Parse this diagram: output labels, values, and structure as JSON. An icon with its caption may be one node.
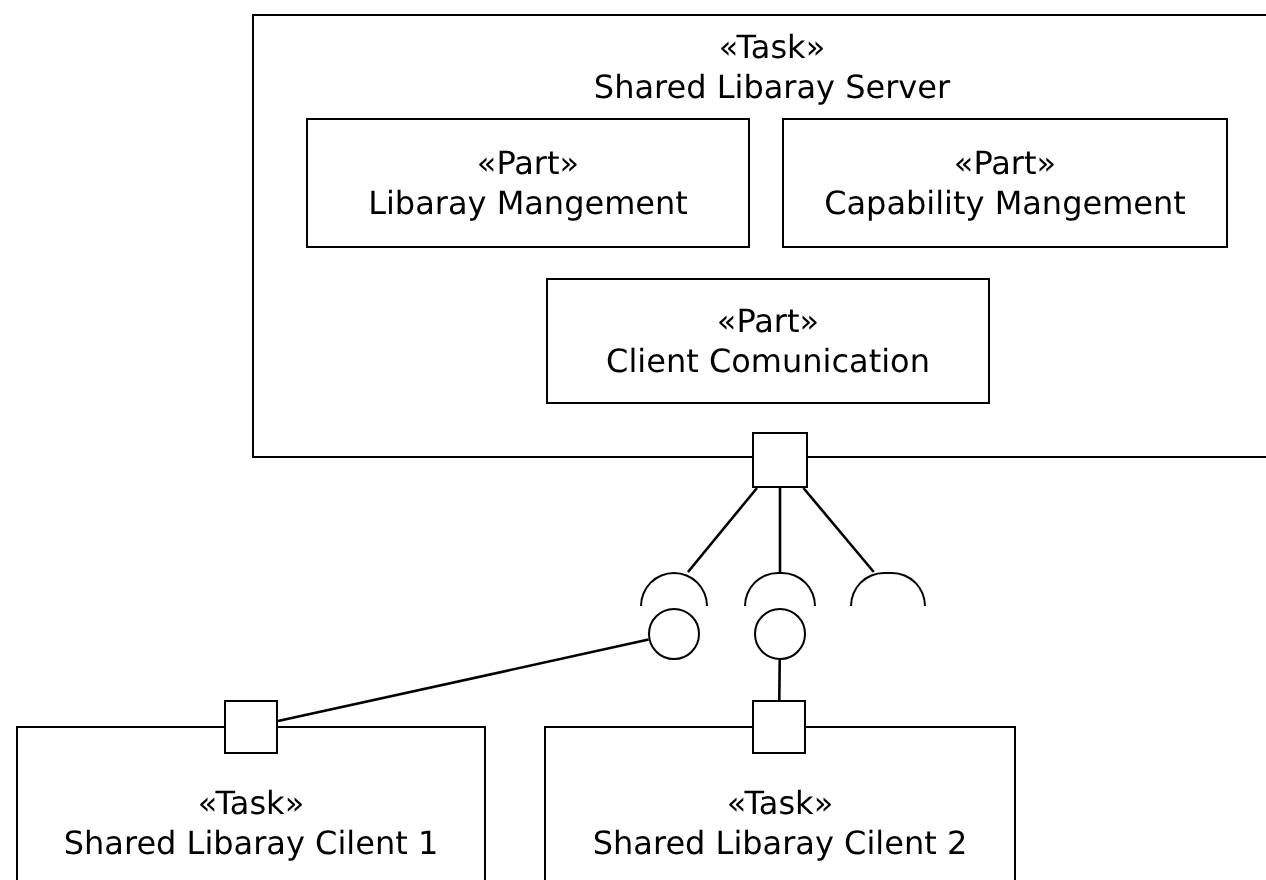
{
  "diagram": {
    "nodes": [
      {
        "text": [
          "«Task»",
          "Shared Libaray Server"
        ]
      },
      {
        "text": [
          "«Part»",
          "Libaray Mangement"
        ],
        "in": 0
      },
      {
        "text": [
          "«Part»",
          "Capability Mangement"
        ],
        "in": 0
      },
      {
        "text": [
          "«Part»",
          "Client Comunication"
        ],
        "in": 0
      },
      {
        "text": [],
        "shape": "box"
      },
      {
        "text": [],
        "shape": "arc"
      },
      {
        "text": [],
        "shape": "arc"
      },
      {
        "text": [],
        "shape": "arc"
      },
      {
        "text": [],
        "shape": "circle"
      },
      {
        "text": [],
        "shape": "circle"
      },
      {
        "text": [
          "«Task»",
          "Shared Libaray Cilent 1"
        ]
      },
      {
        "text": [],
        "shape": "box"
      },
      {
        "text": [
          "«Task»",
          "Shared Libaray Cilent 2"
        ]
      },
      {
        "text": [],
        "shape": "box"
      }
    ],
    "edges": [
      {
        "from": 4,
        "to": 5,
        "arrow": "none"
      },
      {
        "from": 4,
        "to": 6,
        "arrow": "none"
      },
      {
        "from": 4,
        "to": 7,
        "arrow": "none"
      },
      {
        "from": 8,
        "to": 11,
        "arrow": "none"
      },
      {
        "from": 9,
        "to": 13,
        "arrow": "none"
      }
    ]
  }
}
